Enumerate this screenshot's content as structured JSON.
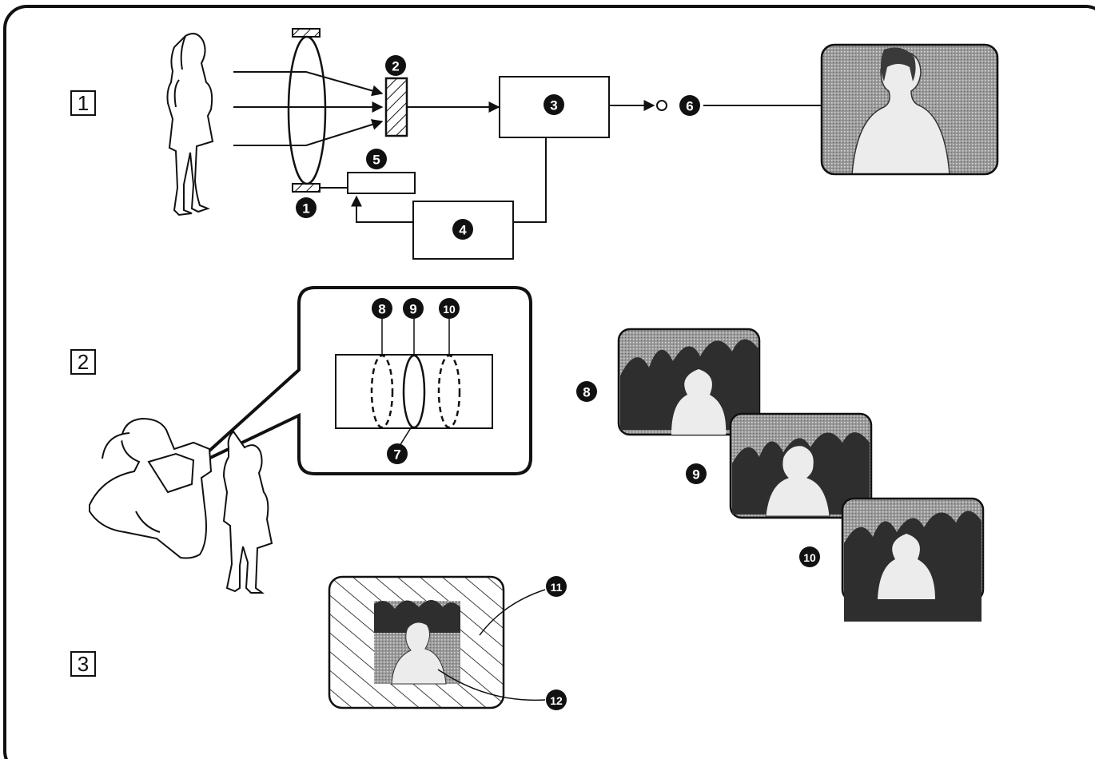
{
  "sections": [
    {
      "id": "section-1",
      "label": "1"
    },
    {
      "id": "section-2",
      "label": "2"
    },
    {
      "id": "section-3",
      "label": "3"
    }
  ],
  "callouts": {
    "c1": "1",
    "c2": "2",
    "c3": "3",
    "c4": "4",
    "c5": "5",
    "c6": "6",
    "c7": "7",
    "c8": "8",
    "c9": "9",
    "c10": "10",
    "c11": "11",
    "c12": "12",
    "c8_side": "8",
    "c9_side": "9",
    "c10_side": "10"
  },
  "colors": {
    "ink": "#111111",
    "photo_dark": "#3a3a3a",
    "photo_mid": "#8a8a8a",
    "photo_light": "#ececec"
  },
  "icons": [
    "woman-figure-icon",
    "lens-icon",
    "image-sensor-icon",
    "camera-operator-icon",
    "tv-monitor-icon"
  ]
}
